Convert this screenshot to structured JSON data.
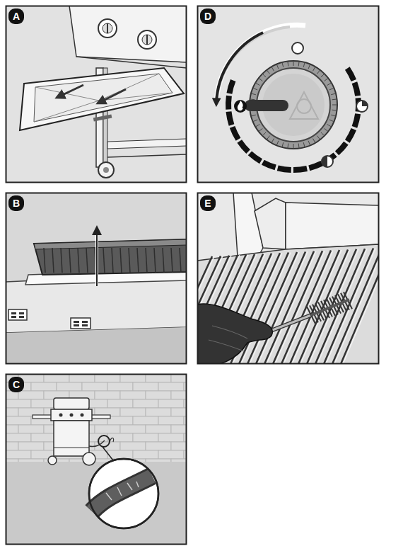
{
  "diagram": {
    "labels": [
      "A",
      "D",
      "B",
      "E",
      "C"
    ]
  }
}
